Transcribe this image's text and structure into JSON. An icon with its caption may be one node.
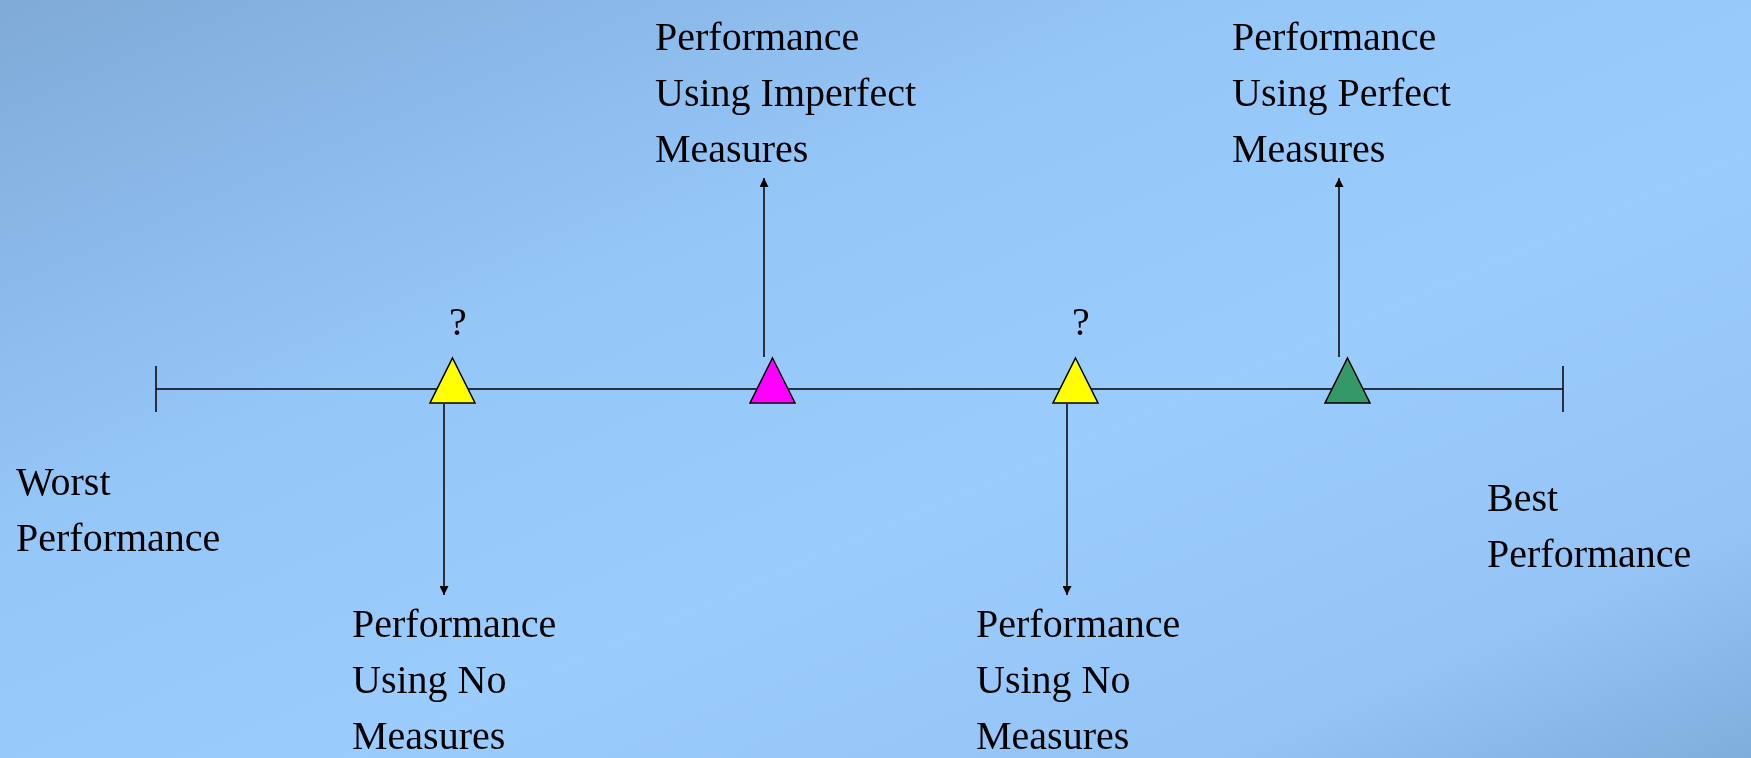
{
  "diagram": {
    "nodes": [
      {
        "text": [
          "Performance Using Imperfect Measures"
        ]
      },
      {
        "text": [
          "Performance Using Perfect Measures"
        ]
      },
      {
        "text": [],
        "shape": "triangle",
        "beside": [
          "?"
        ]
      },
      {
        "text": [],
        "shape": "triangle"
      },
      {
        "text": [],
        "shape": "triangle",
        "beside": [
          "?"
        ]
      },
      {
        "text": [],
        "shape": "triangle"
      },
      {
        "text": [
          "Performance Using No Measures"
        ]
      },
      {
        "text": [
          "Performance Using No Measures"
        ]
      }
    ],
    "edges": [
      {
        "from": 2,
        "to": 6,
        "arrow": "to"
      },
      {
        "from": 3,
        "to": 0,
        "arrow": "to"
      },
      {
        "from": 4,
        "to": 7,
        "arrow": "to"
      },
      {
        "from": 5,
        "to": 1,
        "arrow": "to"
      }
    ],
    "labels": [
      "Worst Performance",
      "Best Performance"
    ]
  }
}
